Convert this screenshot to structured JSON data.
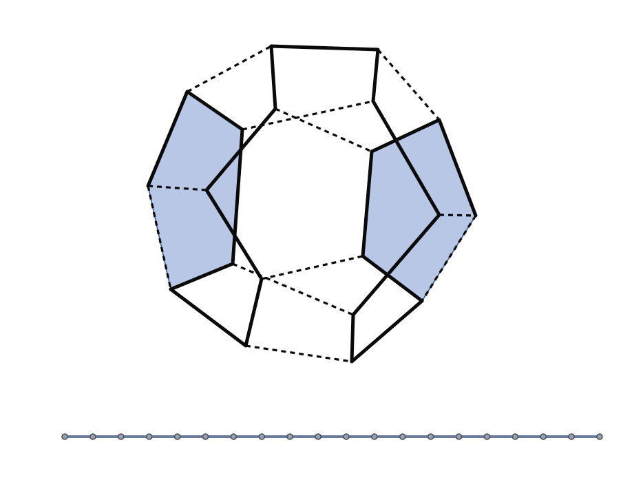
{
  "colors": {
    "face_fill": "#b8c7e6",
    "face_stroke": "#2f4f8a",
    "edge": "#0a0a0a",
    "slider_track": "#6b7c9d",
    "slider_tick": "#9aa0a8"
  },
  "diagram": {
    "description": "",
    "highlighted_faces": 2,
    "edge_styles": [
      "solid",
      "dashed"
    ]
  },
  "slider": {
    "tick_count": 20,
    "position": 0
  }
}
